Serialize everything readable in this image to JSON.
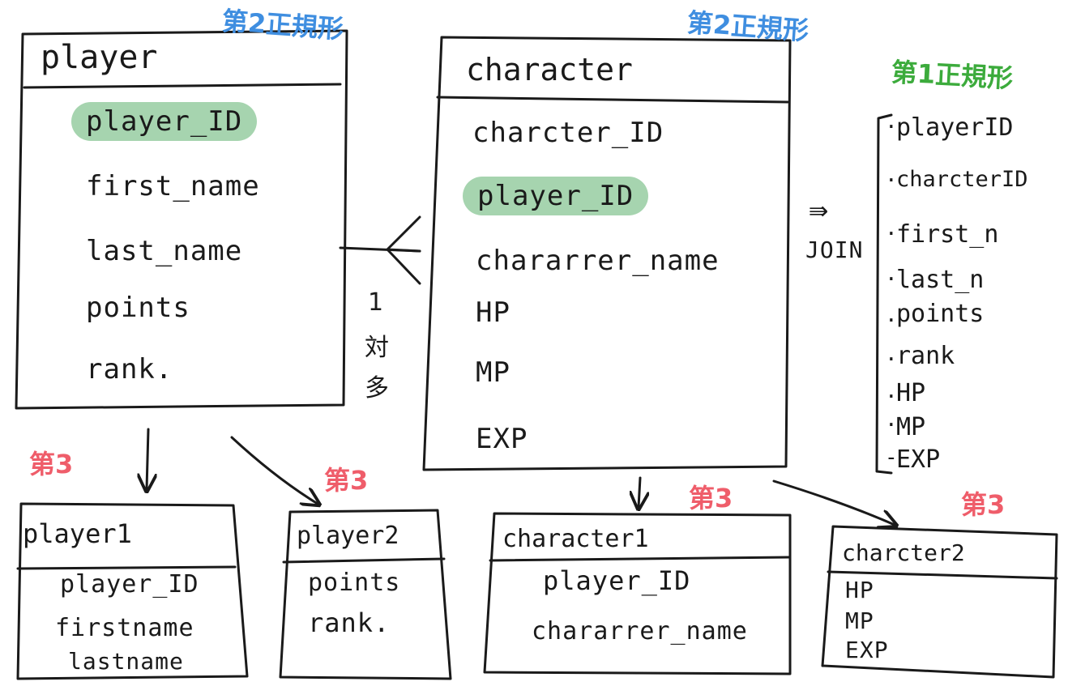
{
  "colors": {
    "ink": "#1a1a1a",
    "highlight": "#5cb06e",
    "note_blue": "#3f8ee0",
    "note_green": "#3cab3c",
    "note_red": "#ef5d6a"
  },
  "notes": {
    "player_form": "第2正規形",
    "character_form": "第2正規形",
    "join_form": "第1正規形",
    "third": "第3"
  },
  "player": {
    "title": "player",
    "fields": [
      "player_ID",
      "first_name",
      "last_name",
      "points",
      "rank."
    ]
  },
  "character": {
    "title": "character",
    "fields": [
      "charcter_ID",
      "player_ID",
      "chararrer_name",
      "HP",
      "MP",
      "EXP"
    ]
  },
  "relation": {
    "label_chars": [
      "1",
      "対",
      "多"
    ]
  },
  "join": {
    "arrow": "⇛",
    "label": "JOIN",
    "items": [
      "playerID",
      "charcterID",
      "first_n",
      "last_n",
      "points",
      "rank",
      "HP",
      "MP",
      "EXP"
    ]
  },
  "player1": {
    "title": "player1",
    "fields": [
      "player_ID",
      "firstname",
      "lastname"
    ]
  },
  "player2": {
    "title": "player2",
    "fields": [
      "points",
      "rank."
    ]
  },
  "character1": {
    "title": "character1",
    "fields": [
      "player_ID",
      "chararrer_name"
    ]
  },
  "character2": {
    "title": "charcter2",
    "fields": [
      "HP",
      "MP",
      "EXP"
    ]
  }
}
